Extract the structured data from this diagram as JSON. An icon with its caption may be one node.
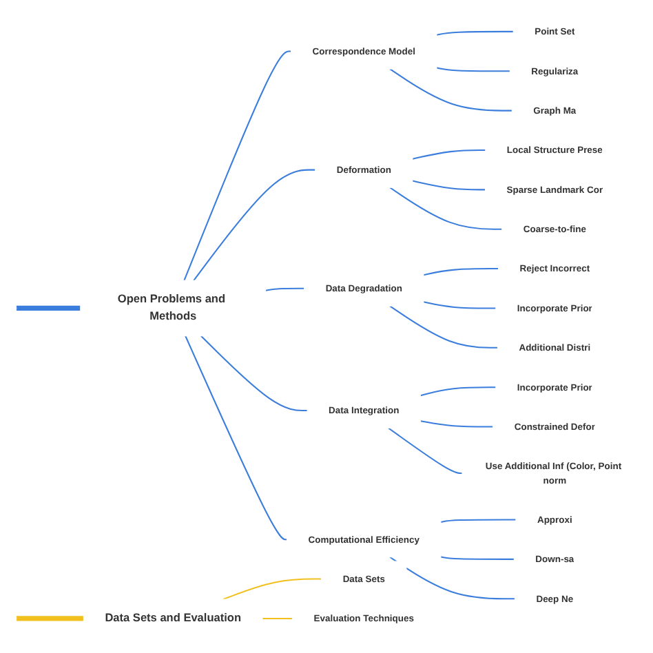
{
  "diagram": {
    "nodes": [
      {
        "text": [
          "Open Problems and Methods"
        ]
      },
      {
        "text": [
          "Correspondence Model"
        ]
      },
      {
        "text": [
          "Point Set"
        ]
      },
      {
        "text": [
          "Regulariza"
        ]
      },
      {
        "text": [
          "Graph Ma"
        ]
      },
      {
        "text": [
          "Deformation"
        ]
      },
      {
        "text": [
          "Local Structure Prese"
        ]
      },
      {
        "text": [
          "Sparse Landmark Cor"
        ]
      },
      {
        "text": [
          "Coarse-to-fine"
        ]
      },
      {
        "text": [
          "Data Degradation"
        ]
      },
      {
        "text": [
          "Reject Incorrect"
        ]
      },
      {
        "text": [
          "Incorporate Prior"
        ]
      },
      {
        "text": [
          "Additional Distri"
        ]
      },
      {
        "text": [
          "Data Integration"
        ]
      },
      {
        "text": [
          "Incorporate Prior"
        ]
      },
      {
        "text": [
          "Constrained Defor"
        ]
      },
      {
        "text": [
          "Use Additional Inf (Color, Point norm"
        ]
      },
      {
        "text": [
          "Computational Efficiency"
        ]
      },
      {
        "text": [
          "Approxi"
        ]
      },
      {
        "text": [
          "Down-sa"
        ]
      },
      {
        "text": [
          "Deep Ne"
        ]
      },
      {
        "text": [
          "Data Sets and Evaluation"
        ]
      },
      {
        "text": [
          "Data Sets"
        ]
      },
      {
        "text": [
          "Evaluation Techniques"
        ]
      }
    ],
    "edges": [
      {
        "from": null,
        "to": 0,
        "arrow": "none",
        "style": "thick"
      },
      {
        "from": 0,
        "to": 1,
        "arrow": "none"
      },
      {
        "from": 1,
        "to": 2,
        "arrow": "none"
      },
      {
        "from": 1,
        "to": 3,
        "arrow": "none"
      },
      {
        "from": 1,
        "to": 4,
        "arrow": "none"
      },
      {
        "from": 0,
        "to": 5,
        "arrow": "none"
      },
      {
        "from": 5,
        "to": 6,
        "arrow": "none"
      },
      {
        "from": 5,
        "to": 7,
        "arrow": "none"
      },
      {
        "from": 5,
        "to": 8,
        "arrow": "none"
      },
      {
        "from": 0,
        "to": 9,
        "arrow": "none"
      },
      {
        "from": 9,
        "to": 10,
        "arrow": "none"
      },
      {
        "from": 9,
        "to": 11,
        "arrow": "none"
      },
      {
        "from": 9,
        "to": 12,
        "arrow": "none"
      },
      {
        "from": 0,
        "to": 13,
        "arrow": "none"
      },
      {
        "from": 13,
        "to": 14,
        "arrow": "none"
      },
      {
        "from": 13,
        "to": 15,
        "arrow": "none"
      },
      {
        "from": 13,
        "to": 16,
        "arrow": "none"
      },
      {
        "from": 0,
        "to": 17,
        "arrow": "none"
      },
      {
        "from": 17,
        "to": 18,
        "arrow": "none"
      },
      {
        "from": 17,
        "to": 19,
        "arrow": "none"
      },
      {
        "from": 17,
        "to": 20,
        "arrow": "none"
      },
      {
        "from": null,
        "to": 21,
        "arrow": "none",
        "style": "thick",
        "color": "#f2c01e"
      },
      {
        "from": 21,
        "to": 22,
        "arrow": "none",
        "color": "#f2c01e"
      },
      {
        "from": 21,
        "to": 23,
        "arrow": "none",
        "color": "#f2c01e"
      }
    ]
  }
}
